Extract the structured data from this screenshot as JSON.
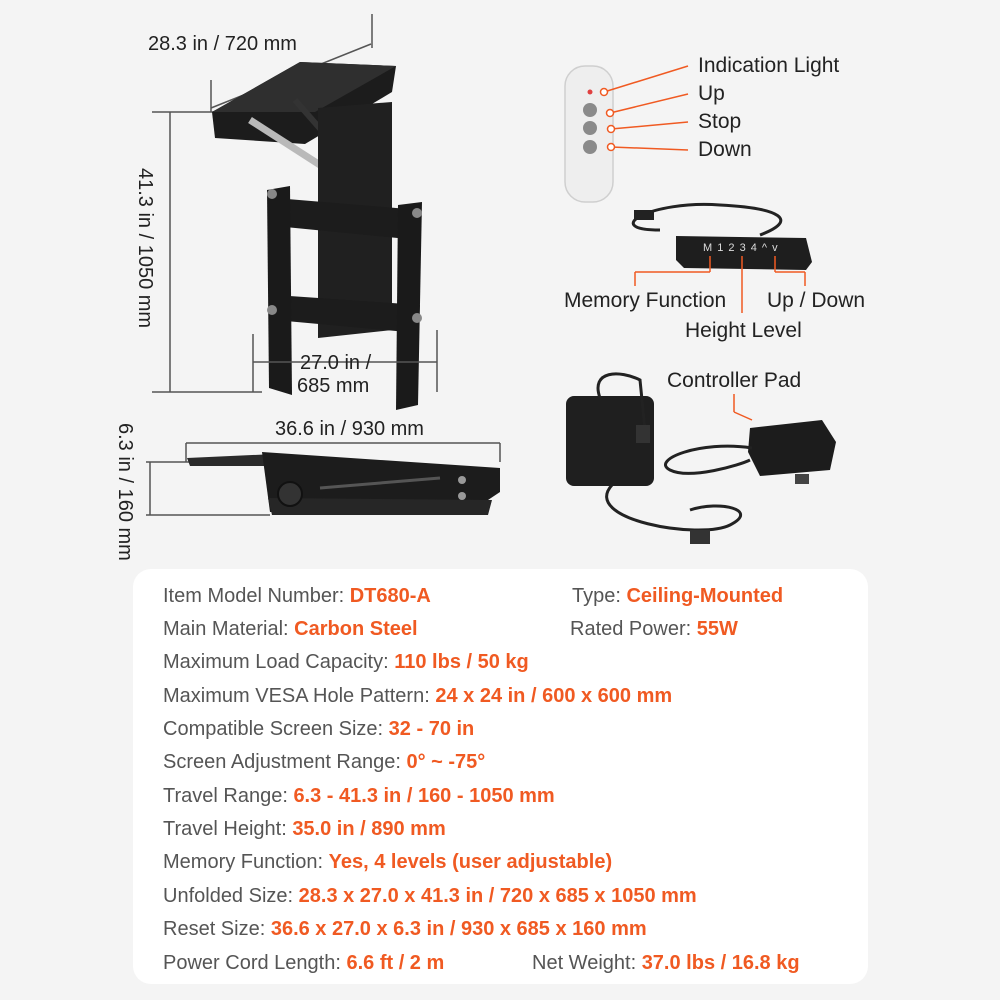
{
  "dimensions": {
    "top_width": "28.3 in / 720 mm",
    "unfolded_height": "41.3 in / 1050 mm",
    "bracket_width_line1": "27.0 in /",
    "bracket_width_line2": "685 mm",
    "reset_width": "36.6 in / 930 mm",
    "reset_height": "6.3 in / 160 mm"
  },
  "remote": {
    "labels": [
      "Indication Light",
      "Up",
      "Stop",
      "Down"
    ]
  },
  "control_box": {
    "display_text": "M 1 2 3 4 ^ v",
    "memory_label": "Memory Function",
    "height_label": "Height Level",
    "updown_label": "Up / Down"
  },
  "power": {
    "controller_label": "Controller Pad"
  },
  "specs": {
    "model": {
      "label": "Item Model Number:",
      "value": "DT680-A"
    },
    "type": {
      "label": "Type:",
      "value": "Ceiling-Mounted"
    },
    "material": {
      "label": "Main Material:",
      "value": "Carbon Steel"
    },
    "power": {
      "label": "Rated Power:",
      "value": "55W"
    },
    "load": {
      "label": "Maximum Load Capacity:",
      "value": "110 lbs / 50 kg"
    },
    "vesa": {
      "label": "Maximum VESA Hole Pattern:",
      "value": "24 x 24 in / 600 x 600 mm"
    },
    "screen": {
      "label": "Compatible Screen Size:",
      "value": "32 - 70 in"
    },
    "adjust": {
      "label": "Screen Adjustment Range:",
      "value": "0° ~ -75°"
    },
    "travel_range": {
      "label": "Travel Range:",
      "value": "6.3 - 41.3 in / 160 - 1050 mm"
    },
    "travel_height": {
      "label": "Travel Height:",
      "value": "35.0 in / 890 mm"
    },
    "memory": {
      "label": "Memory Function:",
      "value": "Yes, 4 levels (user adjustable)"
    },
    "unfolded": {
      "label": "Unfolded Size:",
      "value": "28.3 x 27.0 x 41.3 in / 720 x 685 x 1050 mm"
    },
    "reset": {
      "label": "Reset Size:",
      "value": "36.6 x 27.0 x 6.3 in / 930 x 685 x 160 mm"
    },
    "cord": {
      "label": "Power Cord Length:",
      "value": "6.6 ft / 2 m"
    },
    "weight": {
      "label": "Net Weight:",
      "value": "37.0 lbs / 16.8 kg"
    }
  },
  "colors": {
    "accent": "#f05a22",
    "product": "#1c1c1c"
  }
}
